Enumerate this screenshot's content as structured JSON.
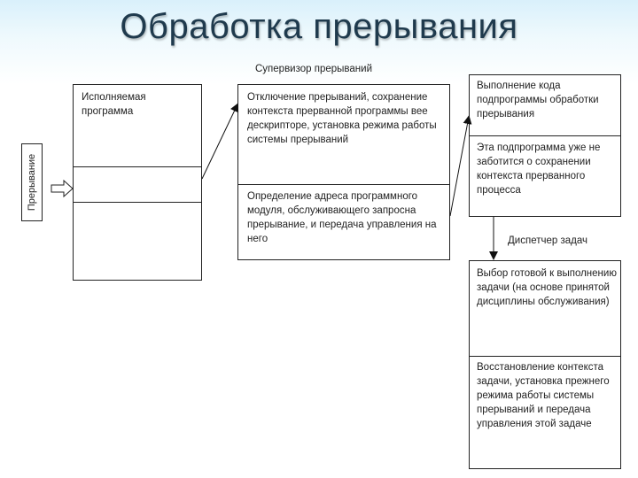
{
  "title": "Обработка прерывания",
  "labels": {
    "supervisor": "Супервизор прерываний",
    "dispatcher": "Диспетчер задач",
    "interrupt": "Прерывание"
  },
  "boxes": {
    "program": {
      "text": "Исполняемая программа"
    },
    "supervisor_top": {
      "text": "Отключение прерываний, сохранение контекста прерванной программы вее дескрипторе, установка режима работы системы прерываний"
    },
    "supervisor_bottom": {
      "text": "Определение адреса программного модуля, обслуживающего запросна прерывание, и передача управления на него"
    },
    "handler_top": {
      "text": "Выполнение кода подпрограммы обработки прерывания"
    },
    "handler_bottom": {
      "text": "Эта подпрограмма уже не заботится о сохранении контекста прерванного процесса"
    },
    "dispatcher_top": {
      "text": "Выбор готовой к выполнению задачи (на основе принятой дисциплины обслуживания)"
    },
    "dispatcher_bottom": {
      "text": "Восстановление контекста задачи, установка прежнего режима работы системы прерываний и передача управления этой задаче"
    }
  }
}
